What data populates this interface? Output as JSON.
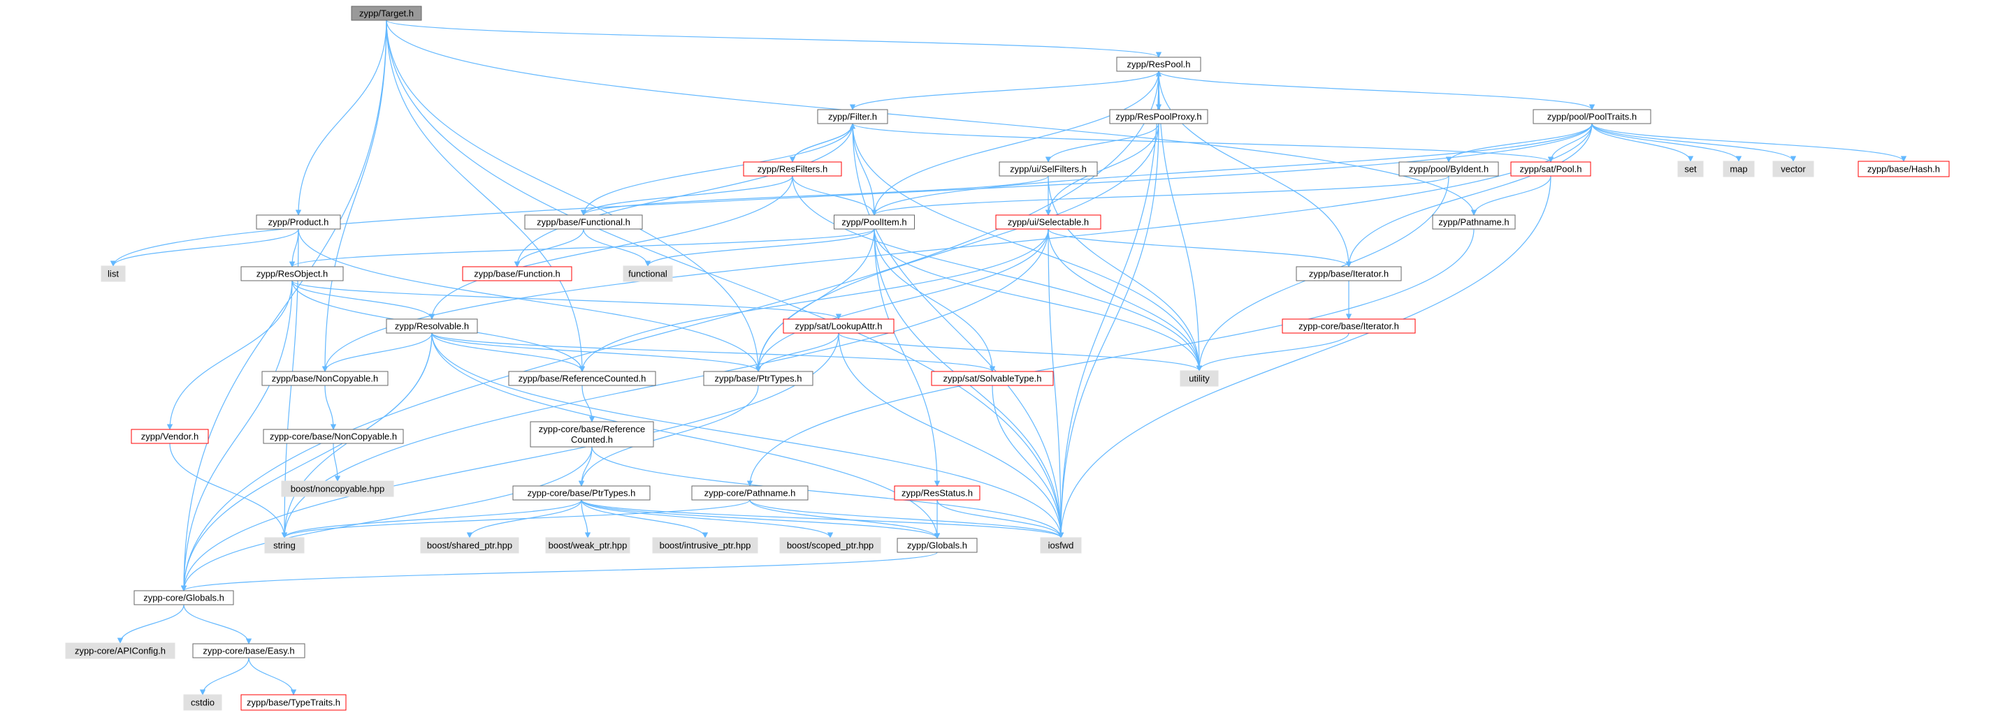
{
  "graph": {
    "nodes": [
      {
        "id": "target",
        "label": "zypp/Target.h",
        "style": "root"
      },
      {
        "id": "respool",
        "label": "zypp/ResPool.h",
        "style": "normal"
      },
      {
        "id": "filter",
        "label": "zypp/Filter.h",
        "style": "normal"
      },
      {
        "id": "respoolproxy",
        "label": "zypp/ResPoolProxy.h",
        "style": "normal"
      },
      {
        "id": "pooltraits",
        "label": "zypp/pool/PoolTraits.h",
        "style": "normal"
      },
      {
        "id": "resfilters",
        "label": "zypp/ResFilters.h",
        "style": "red"
      },
      {
        "id": "selfilters",
        "label": "zypp/ui/SelFilters.h",
        "style": "normal"
      },
      {
        "id": "byident",
        "label": "zypp/pool/ByIdent.h",
        "style": "normal"
      },
      {
        "id": "satpool",
        "label": "zypp/sat/Pool.h",
        "style": "red"
      },
      {
        "id": "set",
        "label": "set",
        "style": "gray"
      },
      {
        "id": "map",
        "label": "map",
        "style": "gray"
      },
      {
        "id": "vector",
        "label": "vector",
        "style": "gray"
      },
      {
        "id": "hash",
        "label": "zypp/base/Hash.h",
        "style": "red"
      },
      {
        "id": "product",
        "label": "zypp/Product.h",
        "style": "normal"
      },
      {
        "id": "functional_h",
        "label": "zypp/base/Functional.h",
        "style": "normal"
      },
      {
        "id": "poolitem",
        "label": "zypp/PoolItem.h",
        "style": "normal"
      },
      {
        "id": "selectable",
        "label": "zypp/ui/Selectable.h",
        "style": "red"
      },
      {
        "id": "pathname",
        "label": "zypp/Pathname.h",
        "style": "normal"
      },
      {
        "id": "list",
        "label": "list",
        "style": "gray"
      },
      {
        "id": "resobject",
        "label": "zypp/ResObject.h",
        "style": "normal"
      },
      {
        "id": "function_h",
        "label": "zypp/base/Function.h",
        "style": "red"
      },
      {
        "id": "functional",
        "label": "functional",
        "style": "gray"
      },
      {
        "id": "iterator",
        "label": "zypp/base/Iterator.h",
        "style": "normal"
      },
      {
        "id": "resolvable",
        "label": "zypp/Resolvable.h",
        "style": "normal"
      },
      {
        "id": "lookupattr",
        "label": "zypp/sat/LookupAttr.h",
        "style": "red"
      },
      {
        "id": "coreiterator",
        "label": "zypp-core/base/Iterator.h",
        "style": "red"
      },
      {
        "id": "noncopyable",
        "label": "zypp/base/NonCopyable.h",
        "style": "normal"
      },
      {
        "id": "refcounted",
        "label": "zypp/base/ReferenceCounted.h",
        "style": "normal"
      },
      {
        "id": "ptrtypes",
        "label": "zypp/base/PtrTypes.h",
        "style": "normal"
      },
      {
        "id": "solvabletype",
        "label": "zypp/sat/SolvableType.h",
        "style": "red"
      },
      {
        "id": "utility",
        "label": "utility",
        "style": "gray"
      },
      {
        "id": "corenoncopyable",
        "label": "zypp-core/base/NonCopyable.h",
        "style": "normal"
      },
      {
        "id": "vendor",
        "label": "zypp/Vendor.h",
        "style": "red"
      },
      {
        "id": "corerefcounted",
        "label": "zypp-core/base/Reference\nCounted.h",
        "style": "normal"
      },
      {
        "id": "boostnoncopyable",
        "label": "boost/noncopyable.hpp",
        "style": "gray"
      },
      {
        "id": "corepathname",
        "label": "zypp-core/Pathname.h",
        "style": "normal"
      },
      {
        "id": "resstatus",
        "label": "zypp/ResStatus.h",
        "style": "red"
      },
      {
        "id": "coreptrtypes",
        "label": "zypp-core/base/PtrTypes.h",
        "style": "normal"
      },
      {
        "id": "string",
        "label": "string",
        "style": "gray"
      },
      {
        "id": "sharedptr",
        "label": "boost/shared_ptr.hpp",
        "style": "gray"
      },
      {
        "id": "weakptr",
        "label": "boost/weak_ptr.hpp",
        "style": "gray"
      },
      {
        "id": "intrusiveptr",
        "label": "boost/intrusive_ptr.hpp",
        "style": "gray"
      },
      {
        "id": "scopedptr",
        "label": "boost/scoped_ptr.hpp",
        "style": "gray"
      },
      {
        "id": "globals",
        "label": "zypp/Globals.h",
        "style": "normal"
      },
      {
        "id": "iosfwd",
        "label": "iosfwd",
        "style": "gray"
      },
      {
        "id": "coreglobals",
        "label": "zypp-core/Globals.h",
        "style": "normal"
      },
      {
        "id": "apiconfig",
        "label": "zypp-core/APIConfig.h",
        "style": "gray"
      },
      {
        "id": "easy",
        "label": "zypp-core/base/Easy.h",
        "style": "normal"
      },
      {
        "id": "cstdio",
        "label": "cstdio",
        "style": "gray"
      },
      {
        "id": "typetraits",
        "label": "zypp/base/TypeTraits.h",
        "style": "red"
      }
    ],
    "edges": [
      [
        "target",
        "respool"
      ],
      [
        "target",
        "product"
      ],
      [
        "target",
        "noncopyable"
      ],
      [
        "target",
        "ptrtypes"
      ],
      [
        "target",
        "pathname"
      ],
      [
        "target",
        "iosfwd"
      ],
      [
        "target",
        "coreglobals"
      ],
      [
        "target",
        "refcounted"
      ],
      [
        "respool",
        "filter"
      ],
      [
        "respool",
        "respoolproxy"
      ],
      [
        "respool",
        "pooltraits"
      ],
      [
        "respool",
        "poolitem"
      ],
      [
        "respool",
        "iterator"
      ],
      [
        "respool",
        "utility"
      ],
      [
        "respool",
        "iosfwd"
      ],
      [
        "respool",
        "coreglobals"
      ],
      [
        "respoolproxy",
        "respool"
      ],
      [
        "respoolproxy",
        "selfilters"
      ],
      [
        "respoolproxy",
        "selectable"
      ],
      [
        "respoolproxy",
        "ptrtypes"
      ],
      [
        "respoolproxy",
        "iosfwd"
      ],
      [
        "filter",
        "resfilters"
      ],
      [
        "filter",
        "functional_h"
      ],
      [
        "filter",
        "poolitem"
      ],
      [
        "filter",
        "function_h"
      ],
      [
        "filter",
        "satpool"
      ],
      [
        "filter",
        "utility"
      ],
      [
        "filter",
        "iosfwd"
      ],
      [
        "resfilters",
        "filter"
      ],
      [
        "resfilters",
        "functional_h"
      ],
      [
        "resfilters",
        "poolitem"
      ],
      [
        "resfilters",
        "resolvable"
      ],
      [
        "resfilters",
        "utility"
      ],
      [
        "pooltraits",
        "byident"
      ],
      [
        "pooltraits",
        "satpool"
      ],
      [
        "pooltraits",
        "set"
      ],
      [
        "pooltraits",
        "map"
      ],
      [
        "pooltraits",
        "vector"
      ],
      [
        "pooltraits",
        "hash"
      ],
      [
        "pooltraits",
        "list"
      ],
      [
        "pooltraits",
        "poolitem"
      ],
      [
        "pooltraits",
        "iterator"
      ],
      [
        "pooltraits",
        "noncopyable"
      ],
      [
        "selfilters",
        "functional_h"
      ],
      [
        "selfilters",
        "selectable"
      ],
      [
        "selfilters",
        "utility"
      ],
      [
        "byident",
        "poolitem"
      ],
      [
        "byident",
        "utility"
      ],
      [
        "satpool",
        "pathname"
      ],
      [
        "satpool",
        "iosfwd"
      ],
      [
        "product",
        "resobject"
      ],
      [
        "product",
        "list"
      ],
      [
        "product",
        "string"
      ],
      [
        "product",
        "ptrtypes"
      ],
      [
        "functional_h",
        "function_h"
      ],
      [
        "functional_h",
        "functional"
      ],
      [
        "poolitem",
        "resobject"
      ],
      [
        "poolitem",
        "resstatus"
      ],
      [
        "poolitem",
        "solvabletype"
      ],
      [
        "poolitem",
        "ptrtypes"
      ],
      [
        "poolitem",
        "iosfwd"
      ],
      [
        "poolitem",
        "utility"
      ],
      [
        "poolitem",
        "functional"
      ],
      [
        "selectable",
        "iterator"
      ],
      [
        "selectable",
        "refcounted"
      ],
      [
        "selectable",
        "ptrtypes"
      ],
      [
        "selectable",
        "utility"
      ],
      [
        "selectable",
        "iosfwd"
      ],
      [
        "selectable",
        "string"
      ],
      [
        "pathname",
        "corepathname"
      ],
      [
        "resobject",
        "resolvable"
      ],
      [
        "resobject",
        "vendor"
      ],
      [
        "resobject",
        "lookupattr"
      ],
      [
        "resobject",
        "refcounted"
      ],
      [
        "resobject",
        "coreglobals"
      ],
      [
        "iterator",
        "coreiterator"
      ],
      [
        "coreiterator",
        "utility"
      ],
      [
        "resolvable",
        "noncopyable"
      ],
      [
        "resolvable",
        "refcounted"
      ],
      [
        "resolvable",
        "ptrtypes"
      ],
      [
        "resolvable",
        "solvabletype"
      ],
      [
        "resolvable",
        "iosfwd"
      ],
      [
        "resolvable",
        "string"
      ],
      [
        "resolvable",
        "coreglobals"
      ],
      [
        "resolvable",
        "globals"
      ],
      [
        "lookupattr",
        "ptrtypes"
      ],
      [
        "lookupattr",
        "utility"
      ],
      [
        "lookupattr",
        "iosfwd"
      ],
      [
        "lookupattr",
        "coreglobals"
      ],
      [
        "noncopyable",
        "corenoncopyable"
      ],
      [
        "corenoncopyable",
        "boostnoncopyable"
      ],
      [
        "refcounted",
        "corerefcounted"
      ],
      [
        "ptrtypes",
        "coreptrtypes"
      ],
      [
        "solvabletype",
        "iosfwd"
      ],
      [
        "vendor",
        "string"
      ],
      [
        "corerefcounted",
        "coreptrtypes"
      ],
      [
        "corerefcounted",
        "iosfwd"
      ],
      [
        "corerefcounted",
        "coreglobals"
      ],
      [
        "coreptrtypes",
        "string"
      ],
      [
        "coreptrtypes",
        "sharedptr"
      ],
      [
        "coreptrtypes",
        "weakptr"
      ],
      [
        "coreptrtypes",
        "intrusiveptr"
      ],
      [
        "coreptrtypes",
        "scopedptr"
      ],
      [
        "coreptrtypes",
        "iosfwd"
      ],
      [
        "coreptrtypes",
        "globals"
      ],
      [
        "corepathname",
        "string"
      ],
      [
        "corepathname",
        "iosfwd"
      ],
      [
        "corepathname",
        "globals"
      ],
      [
        "resstatus",
        "globals"
      ],
      [
        "resstatus",
        "iosfwd"
      ],
      [
        "globals",
        "coreglobals"
      ],
      [
        "coreglobals",
        "apiconfig"
      ],
      [
        "coreglobals",
        "easy"
      ],
      [
        "easy",
        "cstdio"
      ],
      [
        "easy",
        "typetraits"
      ]
    ]
  }
}
